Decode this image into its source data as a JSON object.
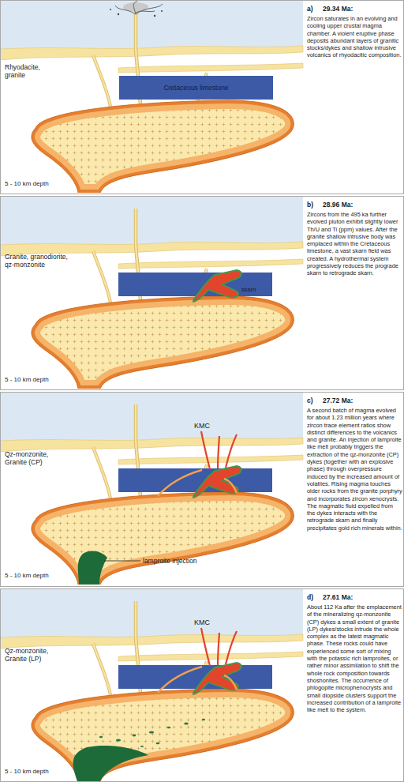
{
  "diagram": {
    "nodes": [
      {
        "text": [
          "a)",
          "29.34 Ma:",
          "Zircon saturates in an evolving and cooling upper crustal magma chamber. A violent eruptive phase deposits abundant layers of granitic stocks/dykes and shallow intrusive volcanics of rhyodacitic composition."
        ]
      },
      {
        "text": [
          "Cretaceous limestone"
        ],
        "in": 0
      },
      {
        "text": [
          "b)",
          "28.96 Ma:",
          "Zircons from the 495 ka further evolved pluton exhibit slightly lower Th/U and Ti (ppm) values. After the granite shallow intrusive body was emplaced within the Cretaceous limestone, a vast skarn field was created. A hydrothermal system progressively reduces the prograde skarn to retrograde skarn."
        ]
      },
      {
        "text": [
          "c)",
          "27.72 Ma:",
          "A second batch of magma evolved for about 1.23 million years where zircon trace element ratios show distinct differences to the volcanics and granite. An injection of lamproite like melt probably triggers the extraction of the qz-monzonite (CP) dykes (together with an explosive phase) through overpressure induced by the increased amount of volatiles. Rising magma touches older rocks from the granite porphyry and incorporates zircon xenocrysts. The magmatic fluid expelled from the dykes interacts with the retrograde skarn and finally precipitates gold rich minerals within."
        ]
      },
      {
        "text": [
          "d)",
          "27.61 Ma:",
          "About 112 Ka after the emplacement of the mineralizing qz-monzonite (CP) dykes a small extent of granite (LP) dykes/stocks intrude the whole complex as the latest magmatic phase. These rocks could have experienced some sort of mixing with the potassic rich lamproites, or rather minor assimilation to shift the whole rock composition towards shoshonites. The occurrence of phlogopite microphenocrysts and small diopside clusters support the increased contribution of a lamproite like melt to the system."
        ]
      }
    ],
    "labels": [
      "Rhyodacite, granite",
      "5 - 10 km depth",
      "Granite, granodiorite, qz-monzonite",
      "skarn",
      "5 - 10 km depth",
      "KMC",
      "Qz-monzonite, Granite (CP)",
      "lamproite injection",
      "5 - 10 km depth",
      "KMC",
      "Qz-monzonite, Granite (LP)",
      "5 - 10 km depth"
    ]
  }
}
